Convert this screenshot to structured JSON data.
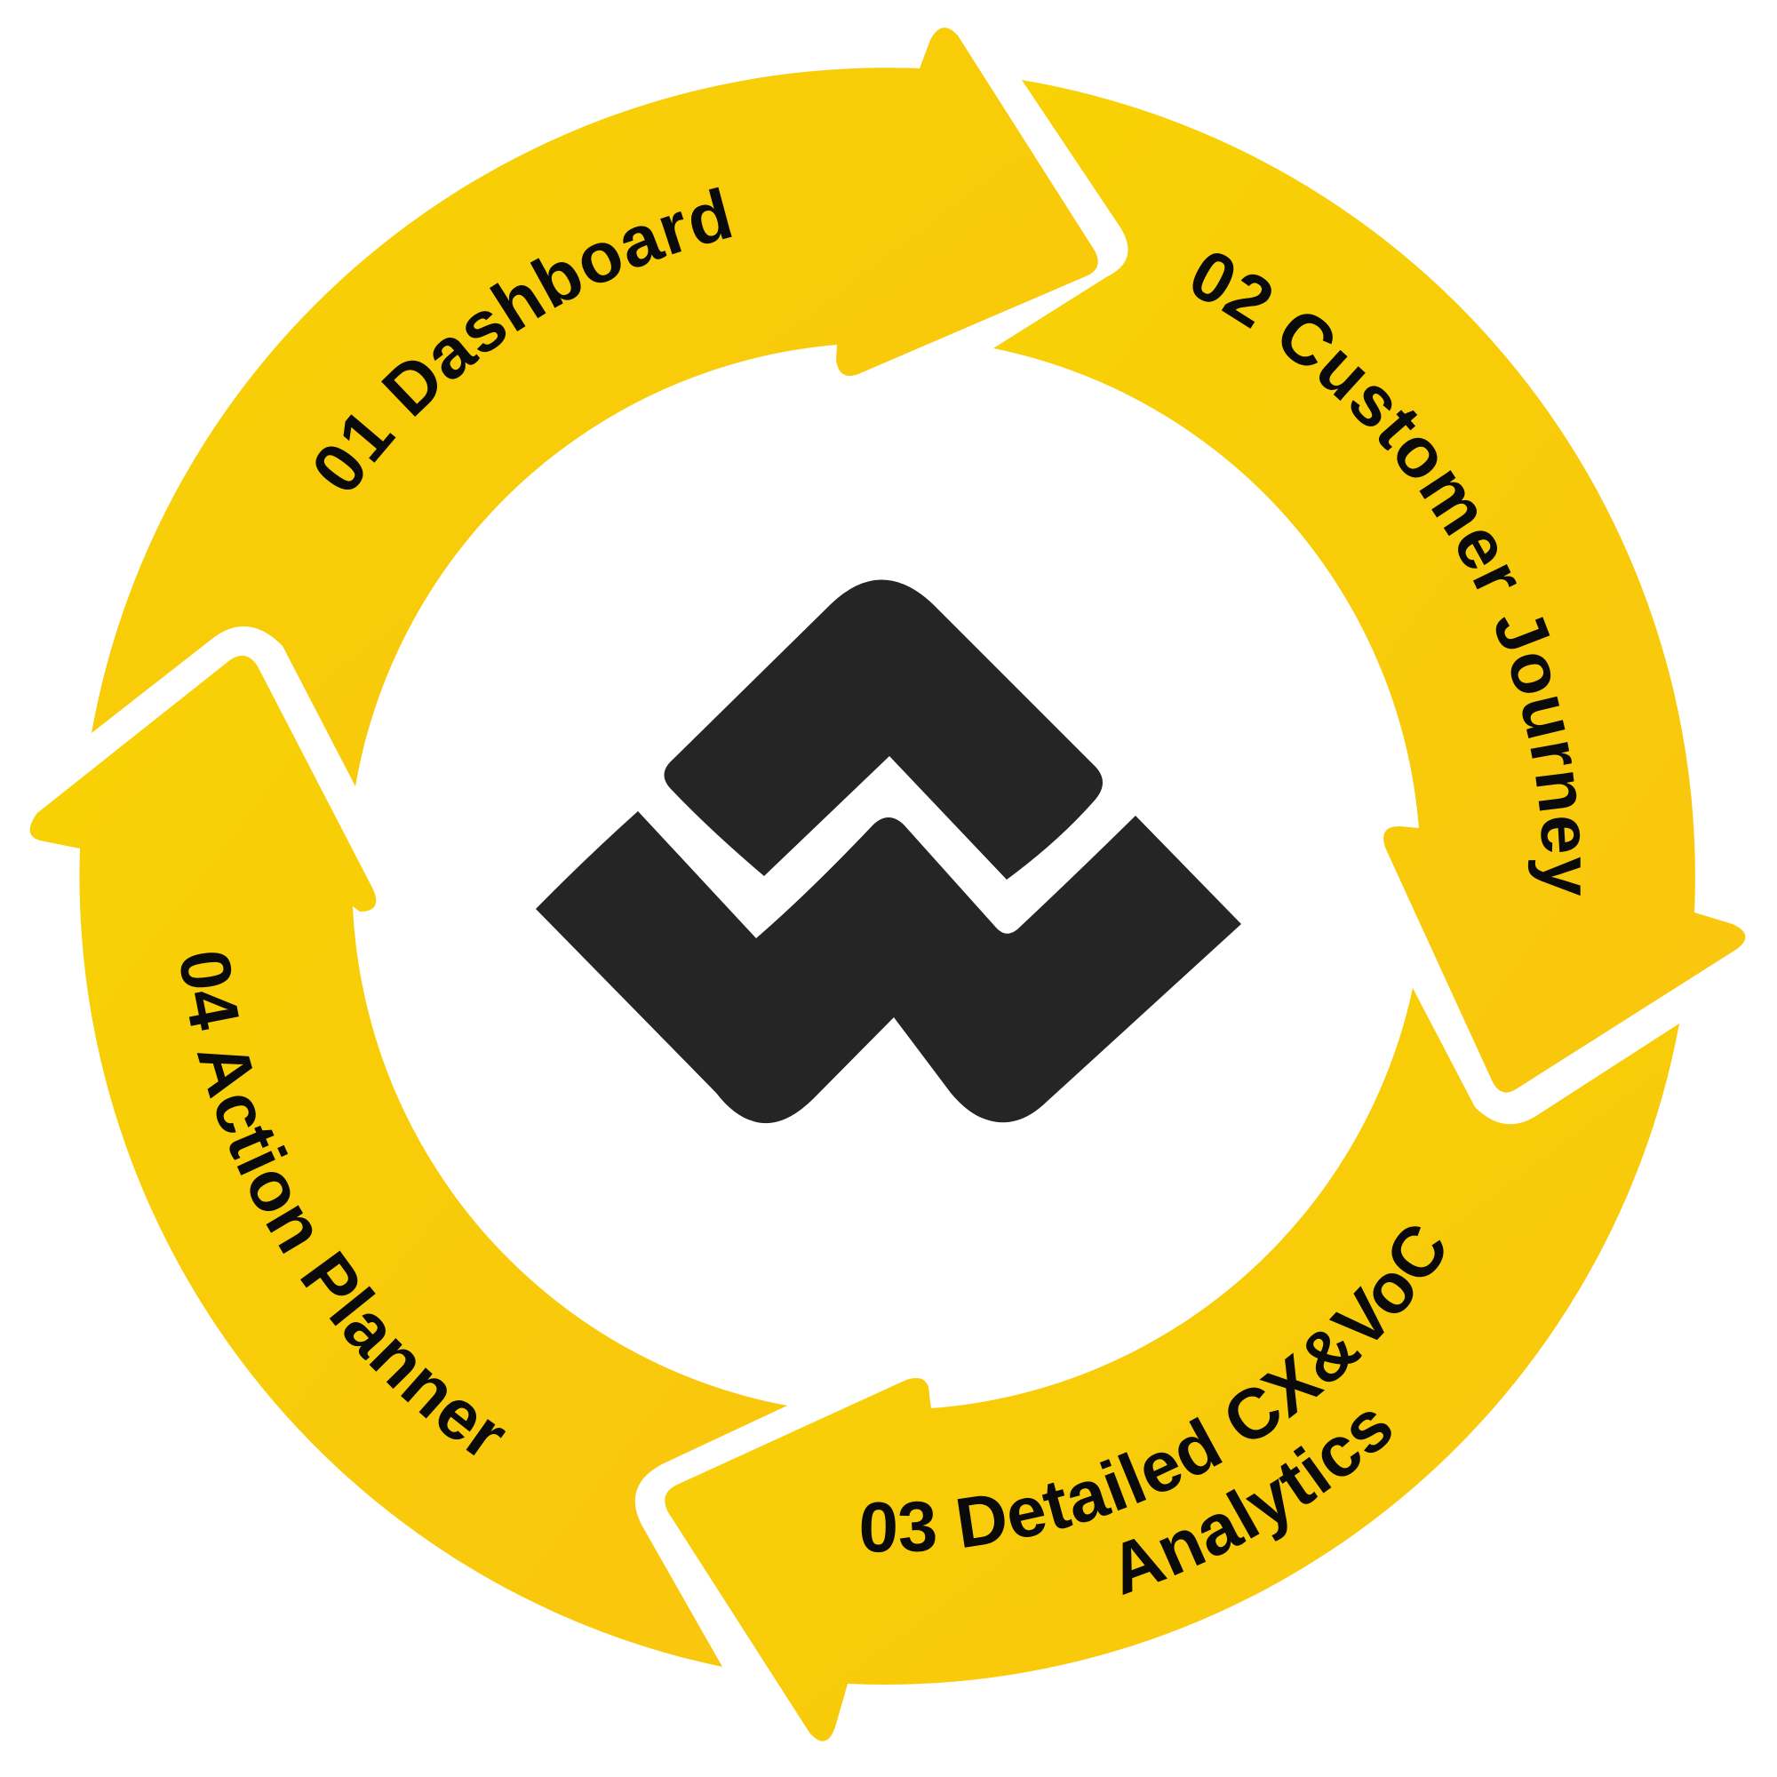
{
  "diagram": {
    "type": "cycle",
    "direction": "clockwise",
    "colors": {
      "arrow_fill_top": "#F8D204",
      "arrow_fill_bottom": "#F9C60E",
      "logo": "#252525",
      "label_text": "#0A0A0A",
      "background": "#FFFFFF"
    },
    "center_logo": {
      "icon": "stacked-w-mountain-logo"
    },
    "steps": [
      {
        "number": "01",
        "label": "01 Dashboard"
      },
      {
        "number": "02",
        "label": "02 Customer Journey"
      },
      {
        "number": "03",
        "label_line1": "03 Detailed CX&VoC",
        "label_line2": "Analytics"
      },
      {
        "number": "04",
        "label": "04 Action Planner"
      }
    ]
  }
}
